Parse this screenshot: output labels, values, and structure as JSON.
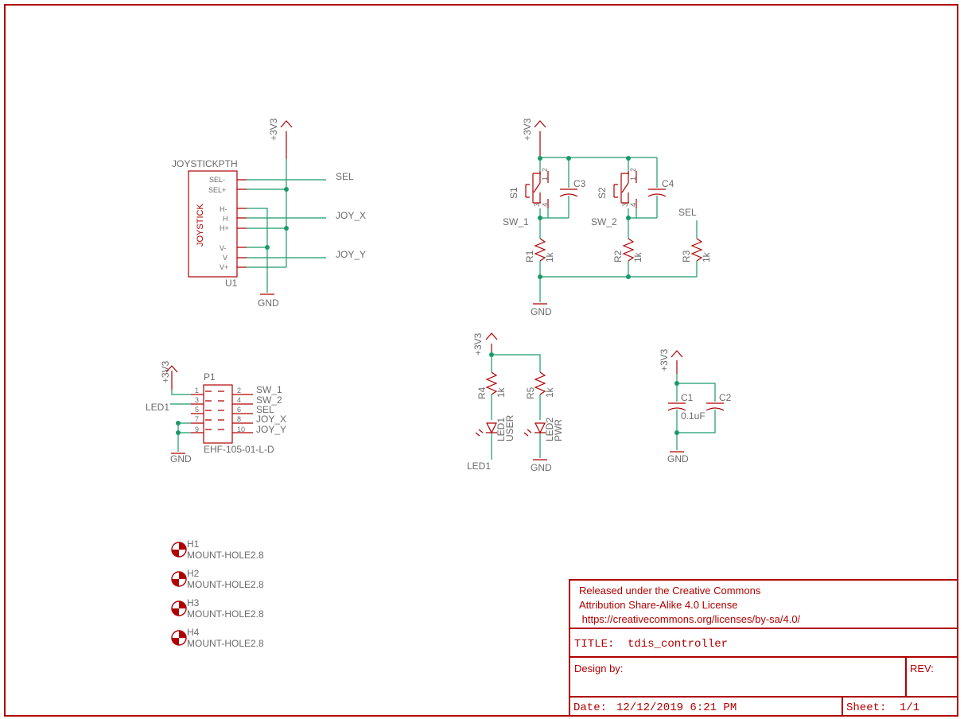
{
  "supply_label": "+3V3",
  "ground_label": "GND",
  "joystick": {
    "name": "JOYSTICKPTH",
    "ref": "U1",
    "body_text": "JOYSTICK",
    "pins": [
      "SEL-",
      "SEL+",
      "H-",
      "H",
      "H+",
      "V-",
      "V",
      "V+"
    ],
    "nets": {
      "sel": "SEL",
      "joy_x": "JOY_X",
      "joy_y": "JOY_Y"
    }
  },
  "switches": {
    "s1": {
      "ref": "S1",
      "pins": [
        "1",
        "2",
        "3",
        "4"
      ],
      "net": "SW_1"
    },
    "s2": {
      "ref": "S2",
      "pins": [
        "1",
        "2",
        "3",
        "4"
      ],
      "net": "SW_2"
    },
    "c3": "C3",
    "c4": "C4",
    "sel_net": "SEL",
    "r1": {
      "ref": "R1",
      "value": "1k"
    },
    "r2": {
      "ref": "R2",
      "value": "1k"
    },
    "r3": {
      "ref": "R3",
      "value": "1k"
    }
  },
  "connector": {
    "ref": "P1",
    "part": "EHF-105-01-L-D",
    "pins_left": [
      "1",
      "3",
      "5",
      "7",
      "9"
    ],
    "pins_right": [
      "2",
      "4",
      "6",
      "8",
      "10"
    ],
    "nets_right": [
      "SW_1",
      "SW_2",
      "SEL",
      "JOY_X",
      "JOY_Y"
    ],
    "led_net": "LED1"
  },
  "leds": {
    "r4": {
      "ref": "R4",
      "value": "1k"
    },
    "r5": {
      "ref": "R5",
      "value": "1k"
    },
    "led1": {
      "ref": "LED1",
      "value": "USER"
    },
    "led2": {
      "ref": "LED2",
      "value": "PWR"
    },
    "led_net": "LED1"
  },
  "caps": {
    "c1": {
      "ref": "C1",
      "value": "0.1uF"
    },
    "c2": {
      "ref": "C2"
    }
  },
  "mount_holes": [
    {
      "ref": "H1",
      "part": "MOUNT-HOLE2.8"
    },
    {
      "ref": "H2",
      "part": "MOUNT-HOLE2.8"
    },
    {
      "ref": "H3",
      "part": "MOUNT-HOLE2.8"
    },
    {
      "ref": "H4",
      "part": "MOUNT-HOLE2.8"
    }
  ],
  "title_block": {
    "license_line1": "Released under the Creative Commons",
    "license_line2": "Attribution Share-Alike 4.0 License",
    "license_line3": " https://creativecommons.org/licenses/by-sa/4.0/",
    "title_label": "TITLE:",
    "title_value": "tdis_controller",
    "design_label": "Design by:",
    "rev_label": "REV:",
    "date_label": "Date:",
    "date_value": "12/12/2019 6:21 PM",
    "sheet_label": "Sheet:",
    "sheet_value": "1/1"
  },
  "colors": {
    "symbol": "#b00000",
    "wire": "#1a9a6a",
    "text": "#6b6b6b"
  }
}
